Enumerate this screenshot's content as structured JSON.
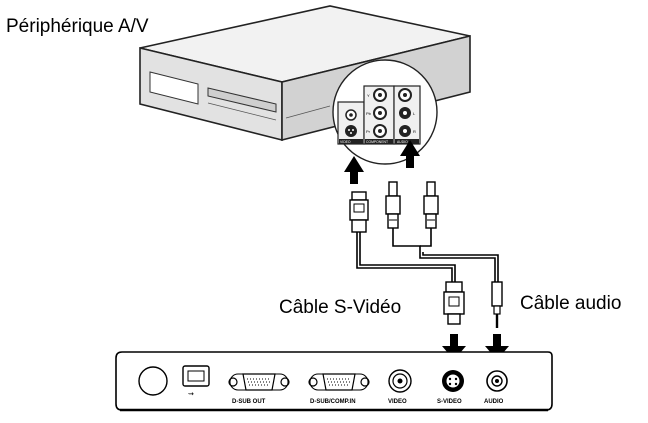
{
  "labels": {
    "device": "Périphérique A/V",
    "svideo_cable": "Câble S-Vidéo",
    "audio_cable": "Câble audio"
  },
  "device_ports": {
    "video": "VIDEO",
    "component": "COMPONENT",
    "audio": "AUDIO",
    "y": "Y",
    "pb": "Pb",
    "pr": "Pr",
    "audio_l": "L",
    "audio_r": "R"
  },
  "projector_ports": {
    "dsub_out": "D-SUB OUT",
    "dsub_comp_in": "D-SUB/COMP.IN",
    "video": "VIDEO",
    "s_video": "S-VIDEO",
    "audio": "AUDIO"
  }
}
